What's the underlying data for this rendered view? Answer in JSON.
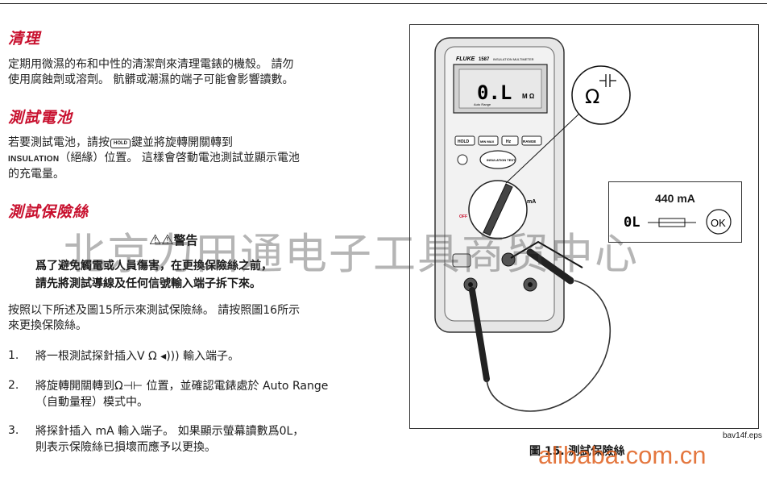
{
  "sections": {
    "cleaning": {
      "title": "清理",
      "line1": "定期用微濕的布和中性的清潔劑來清理電錶的機殼。 請勿",
      "line2": "使用腐蝕劑或溶劑。 骯髒或潮濕的端子可能會影響讀數。"
    },
    "battery": {
      "title": "測試電池",
      "line1_a": "若要測試電池，請按",
      "hold_key": "HOLD",
      "line1_b": "鍵並將旋轉開關轉到",
      "insulation_word": "INSULATION",
      "line2": "（絕緣）位置。 這樣會啓動電池測試並顯示電池",
      "line3": "的充電量。"
    },
    "fuse": {
      "title": "測試保險絲",
      "warning_title": "警告",
      "warning_line1": "爲了避免觸電或人員傷害，在更換保險絲之前，",
      "warning_line2": "請先將測試導線及任何信號輸入端子拆下來。",
      "intro_line1": "按照以下所述及圖15所示來測試保險絲。 請按照圖16所示",
      "intro_line2": "來更換保險絲。",
      "steps": [
        {
          "num": "1.",
          "line1": "將一根測試探針插入V Ω ◂)))  輸入端子。",
          "line2": ""
        },
        {
          "num": "2.",
          "line1": "將旋轉開關轉到Ω⊣⊢ 位置，並確認電錶處於 Auto Range",
          "line2": "（自動量程）模式中。"
        },
        {
          "num": "3.",
          "line1": "將探針插入 mA 輸入端子。 如果顯示螢幕讀數爲0L，",
          "line2": "則表示保險絲已損壞而應予以更換。"
        }
      ]
    }
  },
  "figure": {
    "meter_brand": "FLUKE",
    "meter_model": "1587",
    "meter_subtitle": "INSULATION MULTIMETER",
    "display_reading": "0.L",
    "display_auto_range": "Auto Range",
    "display_units": "M  Ω",
    "buttons": [
      "HOLD",
      "MIN MAX",
      "Hz",
      "RANGE"
    ],
    "test_button": "INSULATION TEST",
    "dial_off": "OFF",
    "dial_ma": "mA",
    "callout_symbol": "Ω",
    "inset_value": "440 mA",
    "inset_reading": "0L",
    "inset_ok": "OK",
    "caption": "圖 15. 測試保險絲",
    "eps_name": "bav14f.eps"
  },
  "watermark_text": "北京力田通电子工具商贸中心",
  "alibaba_text": "alibaba.com.cn"
}
